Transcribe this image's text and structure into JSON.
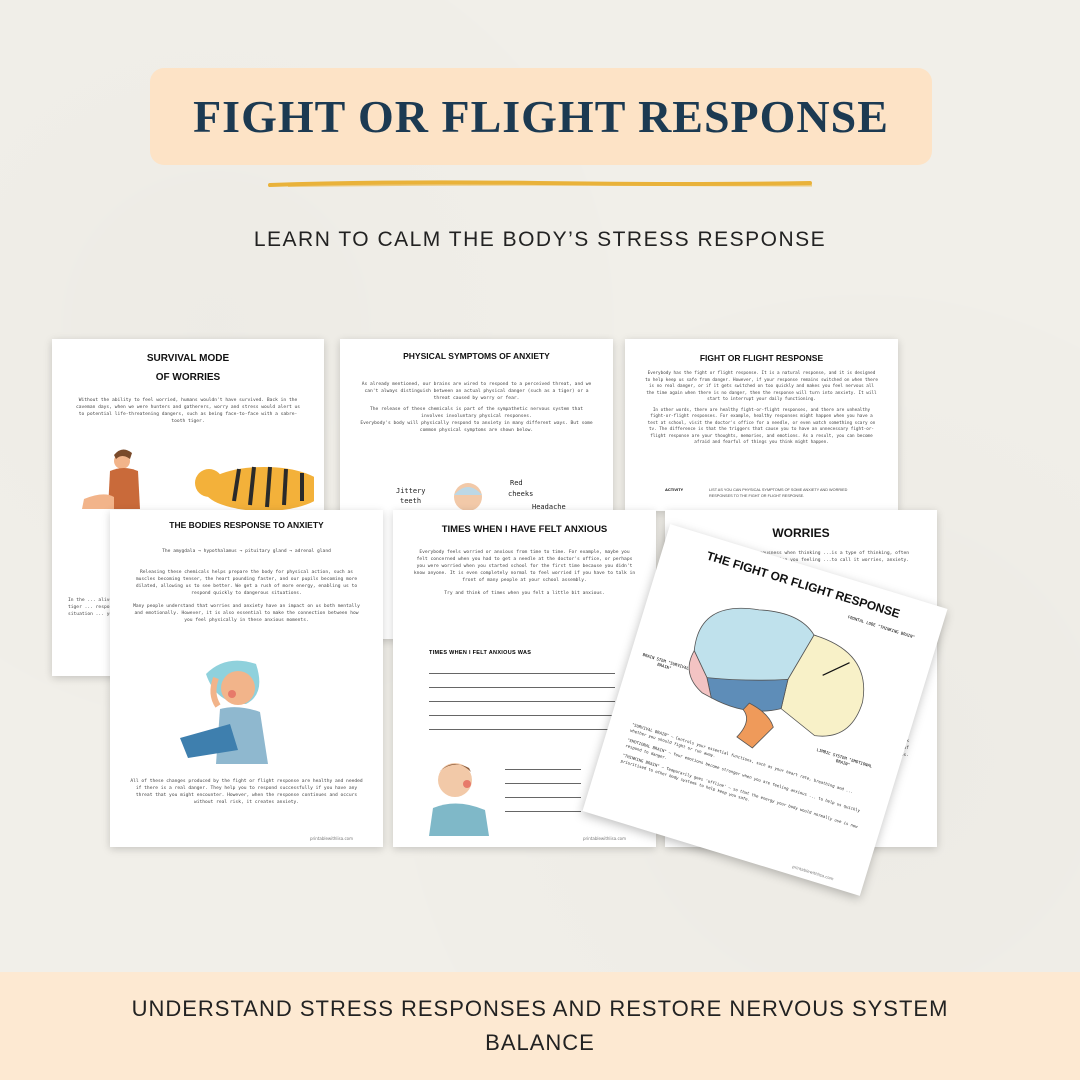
{
  "header": {
    "title": "FIGHT OR FLIGHT RESPONSE",
    "subtitle": "LEARN TO CALM THE BODY’S STRESS RESPONSE"
  },
  "footer": {
    "text": "UNDERSTAND STRESS RESPONSES AND RESTORE NERVOUS SYSTEM BALANCE"
  },
  "colors": {
    "title_bg": "#fde3c6",
    "title_text": "#1c3a52",
    "underline": "#e9b23a",
    "footer_bg": "#fde9d2",
    "page_bg": "#f1efe9"
  },
  "pages": {
    "survival": {
      "title_line1": "SURVIVAL MODE",
      "title_line2": "OF WORRIES",
      "body": "Without the ability to feel worried, humans wouldn't have survived. Back in the caveman days, when we were hunters and gatherers, worry and stress would alert us to potential life-threatening dangers, such as being face-to-face with a sabre-tooth tiger.",
      "body2": "In the ... alive, ... tiger ... response ... situation ... your ..."
    },
    "physical": {
      "title": "PHYSICAL SYMPTOMS OF ANXIETY",
      "body": "As already mentioned, our brains are wired to respond to a perceived threat, and we can't always distinguish between an actual physical danger (such as a tiger) or a threat caused by worry or fear.",
      "body2": "The release of these chemicals is part of the sympathetic nervous system that involves involuntary physical responses.",
      "body3": "Everybody's body will physically respond to anxiety in many different ways. But some common physical symptoms are shown below.",
      "label_jittery": "Jittery",
      "label_teeth": "teeth",
      "label_red": "Red",
      "label_cheeks": "cheeks",
      "label_headache": "Headache"
    },
    "fight": {
      "title": "FIGHT OR FLIGHT RESPONSE",
      "body": "Everybody has the fight or flight response. It is a natural response, and it is designed to help keep us safe from danger. However, if your response remains switched on when there is no real danger, or if it gets switched on too quickly and makes you feel nervous all the time again when there is no danger, then the response will turn into anxiety. It will start to interrupt your daily functioning.",
      "body2": "In other words, there are healthy fight-or-flight responses, and there are unhealthy fight-or-flight responses. For example, healthy responses might happen when you have a test at school, visit the doctor's office for a needle, or even watch something scary on tv. The difference is that the triggers that cause you to have an unnecessary fight-or-flight response are your thoughts, memories, and emotions. As a result, you can become afraid and fearful of things you think might happen.",
      "activity_label": "ACTIVITY",
      "activity_text": "LIST AS YOU CAN PHYSICAL SYMPTOMS OF SOME ANXIETY AND WORRIED RESPONSES TO THE FIGHT OR FLIGHT RESPONSE."
    },
    "bodies": {
      "title": "THE BODIES RESPONSE TO ANXIETY",
      "chain": "The amygdala → hypothalamus → pituitary gland → adrenal gland",
      "body": "Releasing these chemicals helps prepare the body for physical action, such as muscles becoming tenser, the heart pounding faster, and our pupils becoming more dilated, allowing us to see better. We get a rush of more energy, enabling us to respond quickly to dangerous situations.",
      "body2": "Many people understand that worries and anxiety have an impact on us both mentally and emotionally. However, it is also essential to make the connection between how you feel physically in these anxious moments.",
      "body3": "All of these changes produced by the fight or flight response are healthy and needed if there is a real danger. They help you to respond successfully if you have any threat that you might encounter. However, when the response continues and occurs without real risk, it creates anxiety.",
      "credit": "printablewithlisa.com"
    },
    "times": {
      "title": "TIMES WHEN I HAVE FELT ANXIOUS",
      "body": "Everybody feels worried or anxious from time to time. For example, maybe you felt concerned when you had to get a needle at the doctor's office, or perhaps you were worried when you started school for the first time because you didn't know anyone. It is even completely normal to feel worried if you have to talk in front of many people at your school assembly.",
      "body2": "Try and think of times when you felt a little bit anxious.",
      "list_label": "TIMES WHEN I FELT ANXIOUS WAS",
      "credit": "printablewithlisa.com"
    },
    "worries": {
      "title": "WORRIES",
      "body": "...nxious, fear, or nervousness when thinking ...is a type of thinking, often about ...the future, leaving you feeling ...to call it worries, anxiety.",
      "side": "...if ...ften ...t your ...upset, ...manage ...ther you ...at your own ...please speak ...about any of ...always helps."
    },
    "brain": {
      "title": "THE FIGHT OR FLIGHT RESPONSE",
      "frontal": "FRONTAL LOBE \"THINKING BRAIN\"",
      "brainstem": "BRAIN STEM \"SURVIVAL BRAIN\"",
      "limbic": "LIMBIC SYSTEM \"EMOTIONAL BRAIN\"",
      "survival": "\"SURVIVAL BRAIN\" – Controls your essential functions, such as your heart rate, breathing and ... whether you should fight or run away.",
      "emotional": "\"EMOTIONAL BRAIN\" – Your emotions become stronger when you are feeling anxious ... to help us quickly respond to danger.",
      "thinking": "\"THINKING BRAIN\" – Temporarily goes 'offline' – so that the energy your body would normally use is now prioritised to other body systems to help keep you safe.",
      "credit": "printablewithlisa.com"
    }
  }
}
